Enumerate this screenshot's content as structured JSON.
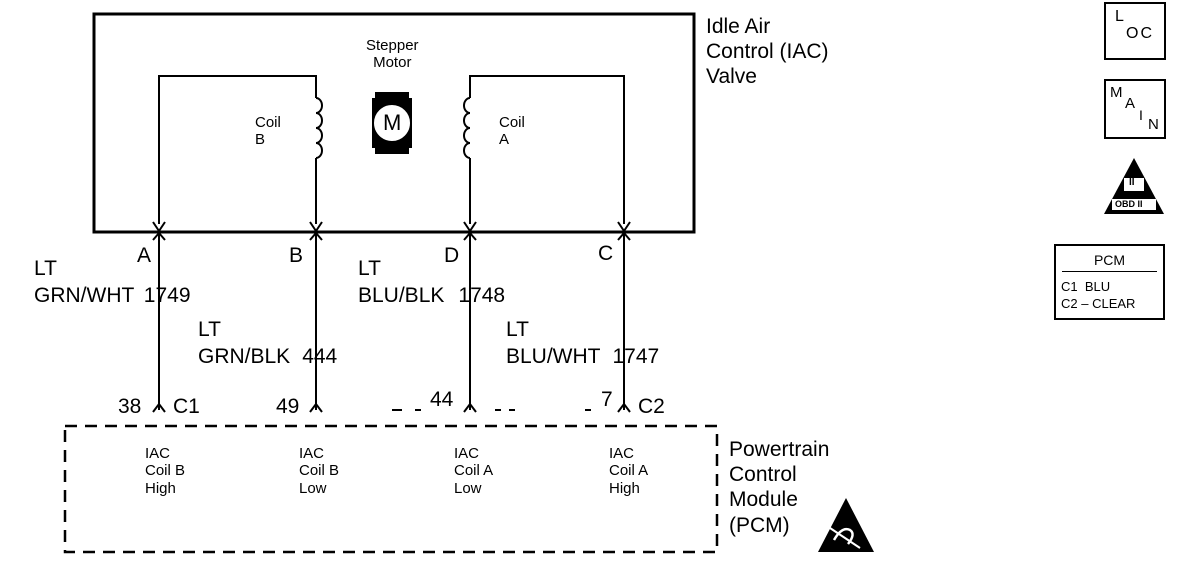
{
  "iac_valve": {
    "title_lines": [
      "Idle Air",
      "Control (IAC)",
      "Valve"
    ],
    "motor_label_lines": [
      "Stepper",
      "Motor"
    ],
    "motor_symbol": "M",
    "coil_b_lines": [
      "Coil",
      "B"
    ],
    "coil_a_lines": [
      "Coil",
      "A"
    ]
  },
  "connector_pins": {
    "A": "A",
    "B": "B",
    "D": "D",
    "C": "C"
  },
  "wires": [
    {
      "color_lines": [
        "LT",
        "GRN/WHT"
      ],
      "circuit": "1749"
    },
    {
      "color_lines": [
        "LT",
        "GRN/BLK"
      ],
      "circuit": "444"
    },
    {
      "color_lines": [
        "LT",
        "BLU/BLK"
      ],
      "circuit": "1748"
    },
    {
      "color_lines": [
        "LT",
        "BLU/WHT"
      ],
      "circuit": "1747"
    }
  ],
  "pcm_pins": [
    {
      "pin": "38",
      "connector": "C1"
    },
    {
      "pin": "49",
      "connector": ""
    },
    {
      "pin": "44",
      "connector": ""
    },
    {
      "pin": "7",
      "connector": "C2"
    }
  ],
  "pcm_circuits": [
    {
      "lines": [
        "IAC",
        "Coil B",
        "High"
      ]
    },
    {
      "lines": [
        "IAC",
        "Coil B",
        "Low"
      ]
    },
    {
      "lines": [
        "IAC",
        "Coil A",
        "Low"
      ]
    },
    {
      "lines": [
        "IAC",
        "Coil A",
        "High"
      ]
    }
  ],
  "pcm": {
    "title_lines": [
      "Powertrain",
      "Control",
      "Module",
      "(PCM)"
    ]
  },
  "legend": {
    "loc_symbol": {
      "top": "L",
      "bottom": "OC"
    },
    "main_symbol": {
      "top": "M",
      "middle": "A",
      "sub": "I",
      "bottom": "N"
    },
    "obd_symbol": {
      "top": "II",
      "bottom": "OBD II"
    },
    "pcm_table": {
      "title": "PCM",
      "rows": [
        "C1  BLU",
        "C2 – CLEAR"
      ]
    }
  },
  "icons": [
    "stepper-motor-icon",
    "coil-icon",
    "esd-warning-icon",
    "obd-ii-icon"
  ]
}
